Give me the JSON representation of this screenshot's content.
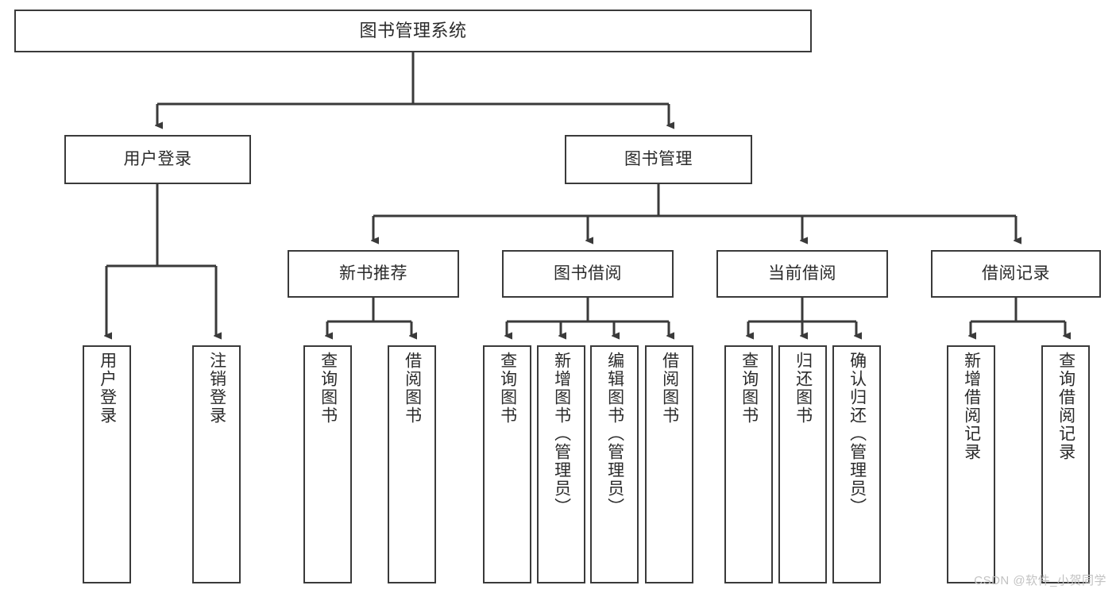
{
  "diagram": {
    "type": "tree",
    "title": "图书管理系统",
    "colors": {
      "box_border": "#3a3a3a",
      "box_fill": "#ffffff",
      "text": "#2b2b2b",
      "edge": "#3a3a3a",
      "watermark": "#c2c2c2",
      "background": "#ffffff"
    },
    "root": {
      "label": "图书管理系统"
    },
    "level2": [
      {
        "label": "用户登录"
      },
      {
        "label": "图书管理"
      }
    ],
    "level3": [
      {
        "label": "新书推荐"
      },
      {
        "label": "图书借阅"
      },
      {
        "label": "当前借阅"
      },
      {
        "label": "借阅记录"
      }
    ],
    "leaves": {
      "user_login": [
        {
          "label": "用户登录"
        },
        {
          "label": "注销登录"
        }
      ],
      "new_book": [
        {
          "label": "查询图书"
        },
        {
          "label": "借阅图书"
        }
      ],
      "book_borrow": [
        {
          "label": "查询图书"
        },
        {
          "label": "新增图书（管理员）"
        },
        {
          "label": "编辑图书（管理员）"
        },
        {
          "label": "借阅图书"
        }
      ],
      "current_borrow": [
        {
          "label": "查询图书"
        },
        {
          "label": "归还图书"
        },
        {
          "label": "确认归还（管理员）"
        }
      ],
      "borrow_record": [
        {
          "label": "新增借阅记录"
        },
        {
          "label": "查询借阅记录"
        }
      ]
    }
  },
  "watermark": {
    "text": "CSDN @软件_小贺同学"
  }
}
